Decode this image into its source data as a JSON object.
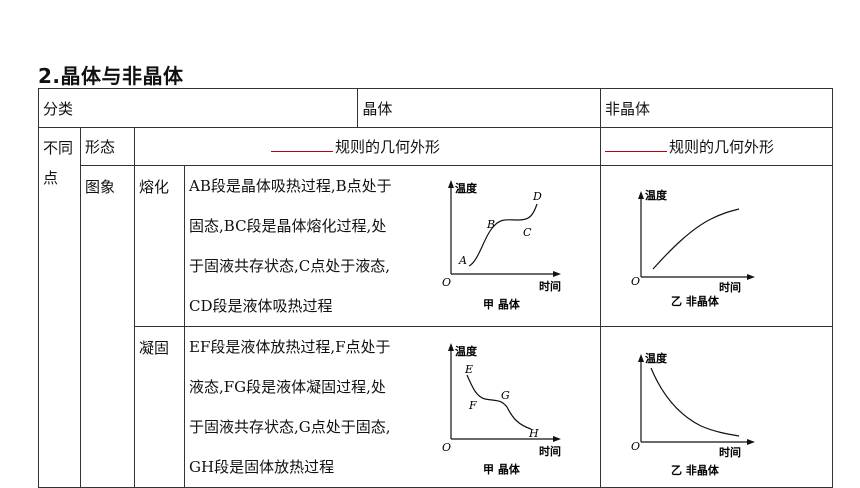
{
  "heading": "2.晶体与非晶体",
  "header": {
    "category": "分类",
    "crystal": "晶体",
    "amorphous": "非晶体"
  },
  "row_shape": {
    "label_line1": "不同",
    "label_line2": "点",
    "sublabel": "形态",
    "crystal_text": "规则的几何外形",
    "amorphous_text": "规则的几何外形"
  },
  "row_image": {
    "sublabel": "图象",
    "melting": {
      "label": "熔化",
      "desc": [
        "AB段是晶体吸热过程,B点处于",
        "固态,BC段是晶体熔化过程,处",
        "于固液共存状态,C点处于液态,",
        "CD段是液体吸热过程"
      ],
      "crystal_graph": {
        "ylabel": "温度",
        "xlabel": "时间",
        "origin": "O",
        "caption": "甲 晶体",
        "points": [
          "A",
          "B",
          "C",
          "D"
        ]
      },
      "amorphous_graph": {
        "ylabel": "温度",
        "xlabel": "时间",
        "origin": "O",
        "caption": "乙 非晶体"
      }
    },
    "solidifying": {
      "label": "凝固",
      "desc": [
        "EF段是液体放热过程,F点处于",
        "液态,FG段是液体凝固过程,处",
        "于固液共存状态,G点处于固态,",
        "GH段是固体放热过程"
      ],
      "crystal_graph": {
        "ylabel": "温度",
        "xlabel": "时间",
        "origin": "O",
        "caption": "甲 晶体",
        "points": [
          "E",
          "F",
          "G",
          "H"
        ]
      },
      "amorphous_graph": {
        "ylabel": "温度",
        "xlabel": "时间",
        "origin": "O",
        "caption": "乙 非晶体"
      }
    }
  }
}
